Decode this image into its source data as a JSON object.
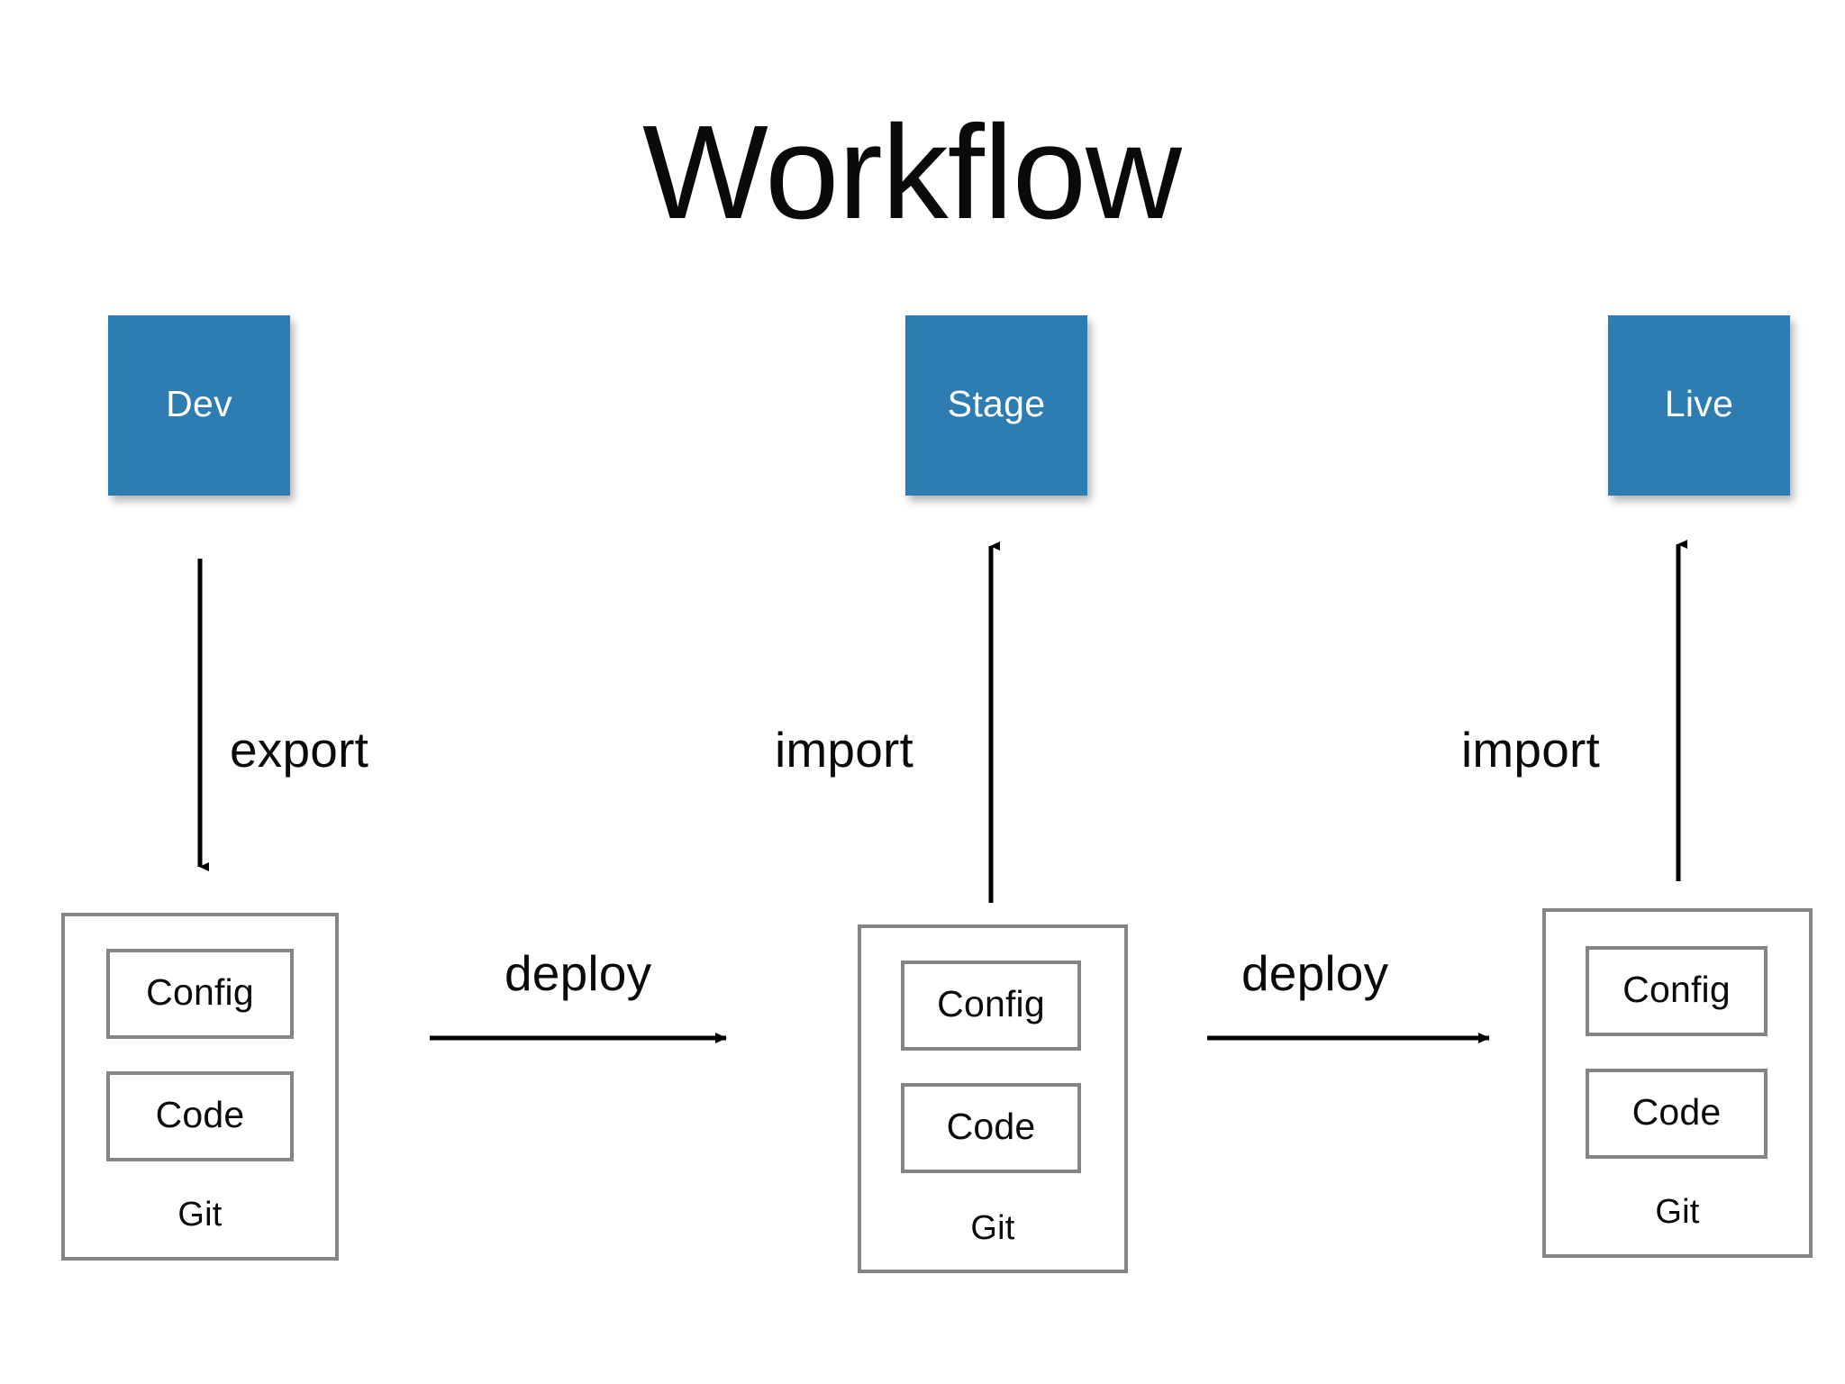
{
  "page": {
    "title": "Workflow",
    "background_color": "#ffffff"
  },
  "colors": {
    "environment_fill": "#2e7db2",
    "environment_text": "#ffffff",
    "box_border": "#848484",
    "text": "#0a0a0a",
    "arrow": "#000000"
  },
  "environments": [
    {
      "id": "dev",
      "label": "Dev"
    },
    {
      "id": "stage",
      "label": "Stage"
    },
    {
      "id": "live",
      "label": "Live"
    }
  ],
  "repositories": [
    {
      "id": "git-dev",
      "name": "Git",
      "artifacts": [
        {
          "label": "Config"
        },
        {
          "label": "Code"
        }
      ]
    },
    {
      "id": "git-stage",
      "name": "Git",
      "artifacts": [
        {
          "label": "Config"
        },
        {
          "label": "Code"
        }
      ]
    },
    {
      "id": "git-live",
      "name": "Git",
      "artifacts": [
        {
          "label": "Config"
        },
        {
          "label": "Code"
        }
      ]
    }
  ],
  "flows": [
    {
      "id": "export",
      "label": "export",
      "direction": "down",
      "from": "dev",
      "to": "git-dev"
    },
    {
      "id": "import-stage",
      "label": "import",
      "direction": "up",
      "from": "git-stage",
      "to": "stage"
    },
    {
      "id": "import-live",
      "label": "import",
      "direction": "up",
      "from": "git-live",
      "to": "live"
    },
    {
      "id": "deploy-1",
      "label": "deploy",
      "direction": "right",
      "from": "git-dev",
      "to": "git-stage"
    },
    {
      "id": "deploy-2",
      "label": "deploy",
      "direction": "right",
      "from": "git-stage",
      "to": "git-live"
    }
  ]
}
